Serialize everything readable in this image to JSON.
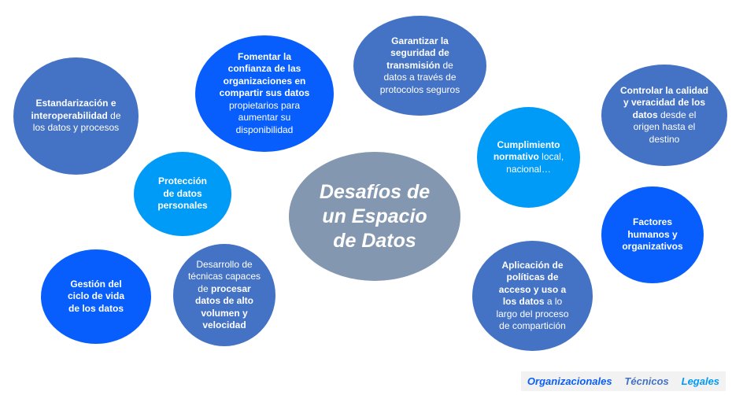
{
  "title": "Desafíos de un Espacio de Datos",
  "colors": {
    "tecnicos": "#4472C4",
    "organizacionales": "#075EFC",
    "legales": "#009AF7",
    "center": "#8497B0"
  },
  "bubbles": [
    {
      "bold": "Estandarización e interoperabilidad",
      "rest": " de los datos y procesos",
      "category": "Técnicos"
    },
    {
      "bold": "Fomentar la confianza de las organizaciones en compartir sus datos",
      "rest": " propietarios para aumentar su disponibilidad",
      "category": "Organizacionales"
    },
    {
      "bold": "Garantizar la seguridad de transmisión",
      "rest": " de datos a través de protocolos seguros",
      "category": "Técnicos"
    },
    {
      "bold": "Protección de datos personales",
      "rest": "",
      "category": "Legales"
    },
    {
      "bold": "Cumplimiento normativo",
      "rest": " local, nacional…",
      "category": "Legales"
    },
    {
      "bold": "Controlar la calidad y veracidad de los datos",
      "rest": " desde el origen hasta el destino",
      "category": "Técnicos"
    },
    {
      "bold": "Factores humanos y organizativos",
      "rest": "",
      "category": "Organizacionales"
    },
    {
      "bold": "Gestión del ciclo de vida de los datos",
      "rest": "",
      "category": "Organizacionales"
    },
    {
      "pre": "Desarrollo de técnicas capaces de ",
      "bold": "procesar datos de alto volumen y velocidad",
      "rest": "",
      "category": "Técnicos"
    },
    {
      "bold": "Aplicación de políticas de acceso y uso a los datos",
      "rest": " a lo largo del proceso de compartición",
      "category": "Técnicos"
    }
  ],
  "legend": {
    "organizacionales": "Organizacionales",
    "tecnicos": "Técnicos",
    "legales": "Legales"
  }
}
